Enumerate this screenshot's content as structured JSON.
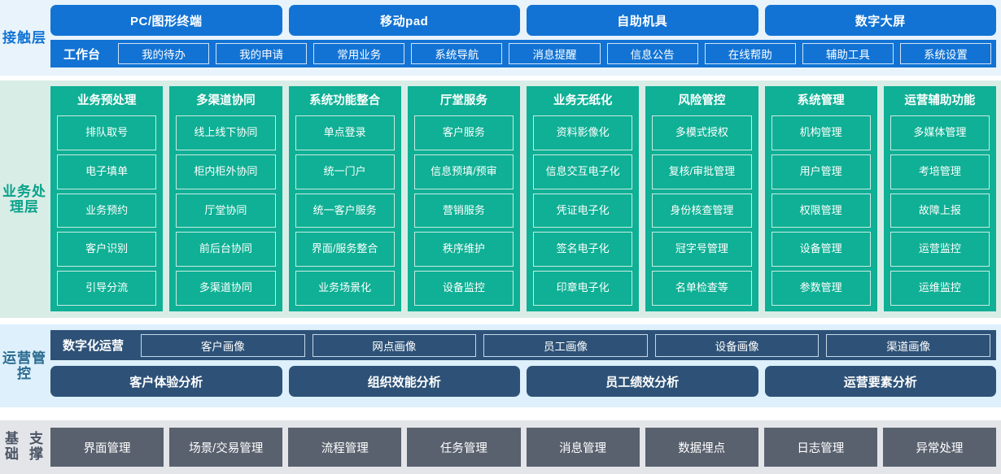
{
  "layers": {
    "contact": {
      "label": "接触层",
      "channels": [
        {
          "label": "PC/图形终端"
        },
        {
          "label": "移动pad"
        },
        {
          "label": "自助机具"
        },
        {
          "label": "数字大屏"
        }
      ],
      "workbench_title": "工作台",
      "workbench_items": [
        {
          "label": "我的待办"
        },
        {
          "label": "我的申请"
        },
        {
          "label": "常用业务"
        },
        {
          "label": "系统导航"
        },
        {
          "label": "消息提醒"
        },
        {
          "label": "信息公告"
        },
        {
          "label": "在线帮助"
        },
        {
          "label": "辅助工具"
        },
        {
          "label": "系统设置"
        }
      ]
    },
    "business": {
      "label": "业务处理层",
      "columns": [
        {
          "title": "业务预处理",
          "items": [
            "排队取号",
            "电子填单",
            "业务预约",
            "客户识别",
            "引导分流"
          ]
        },
        {
          "title": "多渠道协同",
          "items": [
            "线上线下协同",
            "柜内柜外协同",
            "厅堂协同",
            "前后台协同",
            "多渠道协同"
          ]
        },
        {
          "title": "系统功能整合",
          "items": [
            "单点登录",
            "统一门户",
            "统一客户服务",
            "界面/服务整合",
            "业务场景化"
          ]
        },
        {
          "title": "厅堂服务",
          "items": [
            "客户服务",
            "信息预填/预审",
            "营销服务",
            "秩序维护",
            "设备监控"
          ]
        },
        {
          "title": "业务无纸化",
          "items": [
            "资料影像化",
            "信息交互电子化",
            "凭证电子化",
            "签名电子化",
            "印章电子化"
          ]
        },
        {
          "title": "风险管控",
          "items": [
            "多模式授权",
            "复核/审批管理",
            "身份核查管理",
            "冠字号管理",
            "名单检查等"
          ]
        },
        {
          "title": "系统管理",
          "items": [
            "机构管理",
            "用户管理",
            "权限管理",
            "设备管理",
            "参数管理"
          ]
        },
        {
          "title": "运营辅助功能",
          "items": [
            "多媒体管理",
            "考培管理",
            "故障上报",
            "运营监控",
            "运维监控"
          ]
        }
      ]
    },
    "operations": {
      "label": "运营管控",
      "digital_title": "数字化运营",
      "digital_items": [
        {
          "label": "客户画像"
        },
        {
          "label": "网点画像"
        },
        {
          "label": "员工画像"
        },
        {
          "label": "设备画像"
        },
        {
          "label": "渠道画像"
        }
      ],
      "analysis_items": [
        {
          "label": "客户体验分析"
        },
        {
          "label": "组织效能分析"
        },
        {
          "label": "员工绩效分析"
        },
        {
          "label": "运营要素分析"
        }
      ]
    },
    "base": {
      "label_line1": "基础",
      "label_line2": "支撑",
      "items": [
        {
          "label": "界面管理"
        },
        {
          "label": "场景/交易管理"
        },
        {
          "label": "流程管理"
        },
        {
          "label": "任务管理"
        },
        {
          "label": "消息管理"
        },
        {
          "label": "数据埋点"
        },
        {
          "label": "日志管理"
        },
        {
          "label": "异常处理"
        }
      ]
    }
  },
  "colors": {
    "contact_bg": "#e8f3fb",
    "contact_accent": "#1273d4",
    "business_bg": "#d9ede7",
    "business_accent": "#0fb095",
    "operations_bg": "#ddf0fb",
    "operations_accent": "#2e5277",
    "base_bg": "#e3e5e9",
    "base_accent": "#59616e"
  }
}
